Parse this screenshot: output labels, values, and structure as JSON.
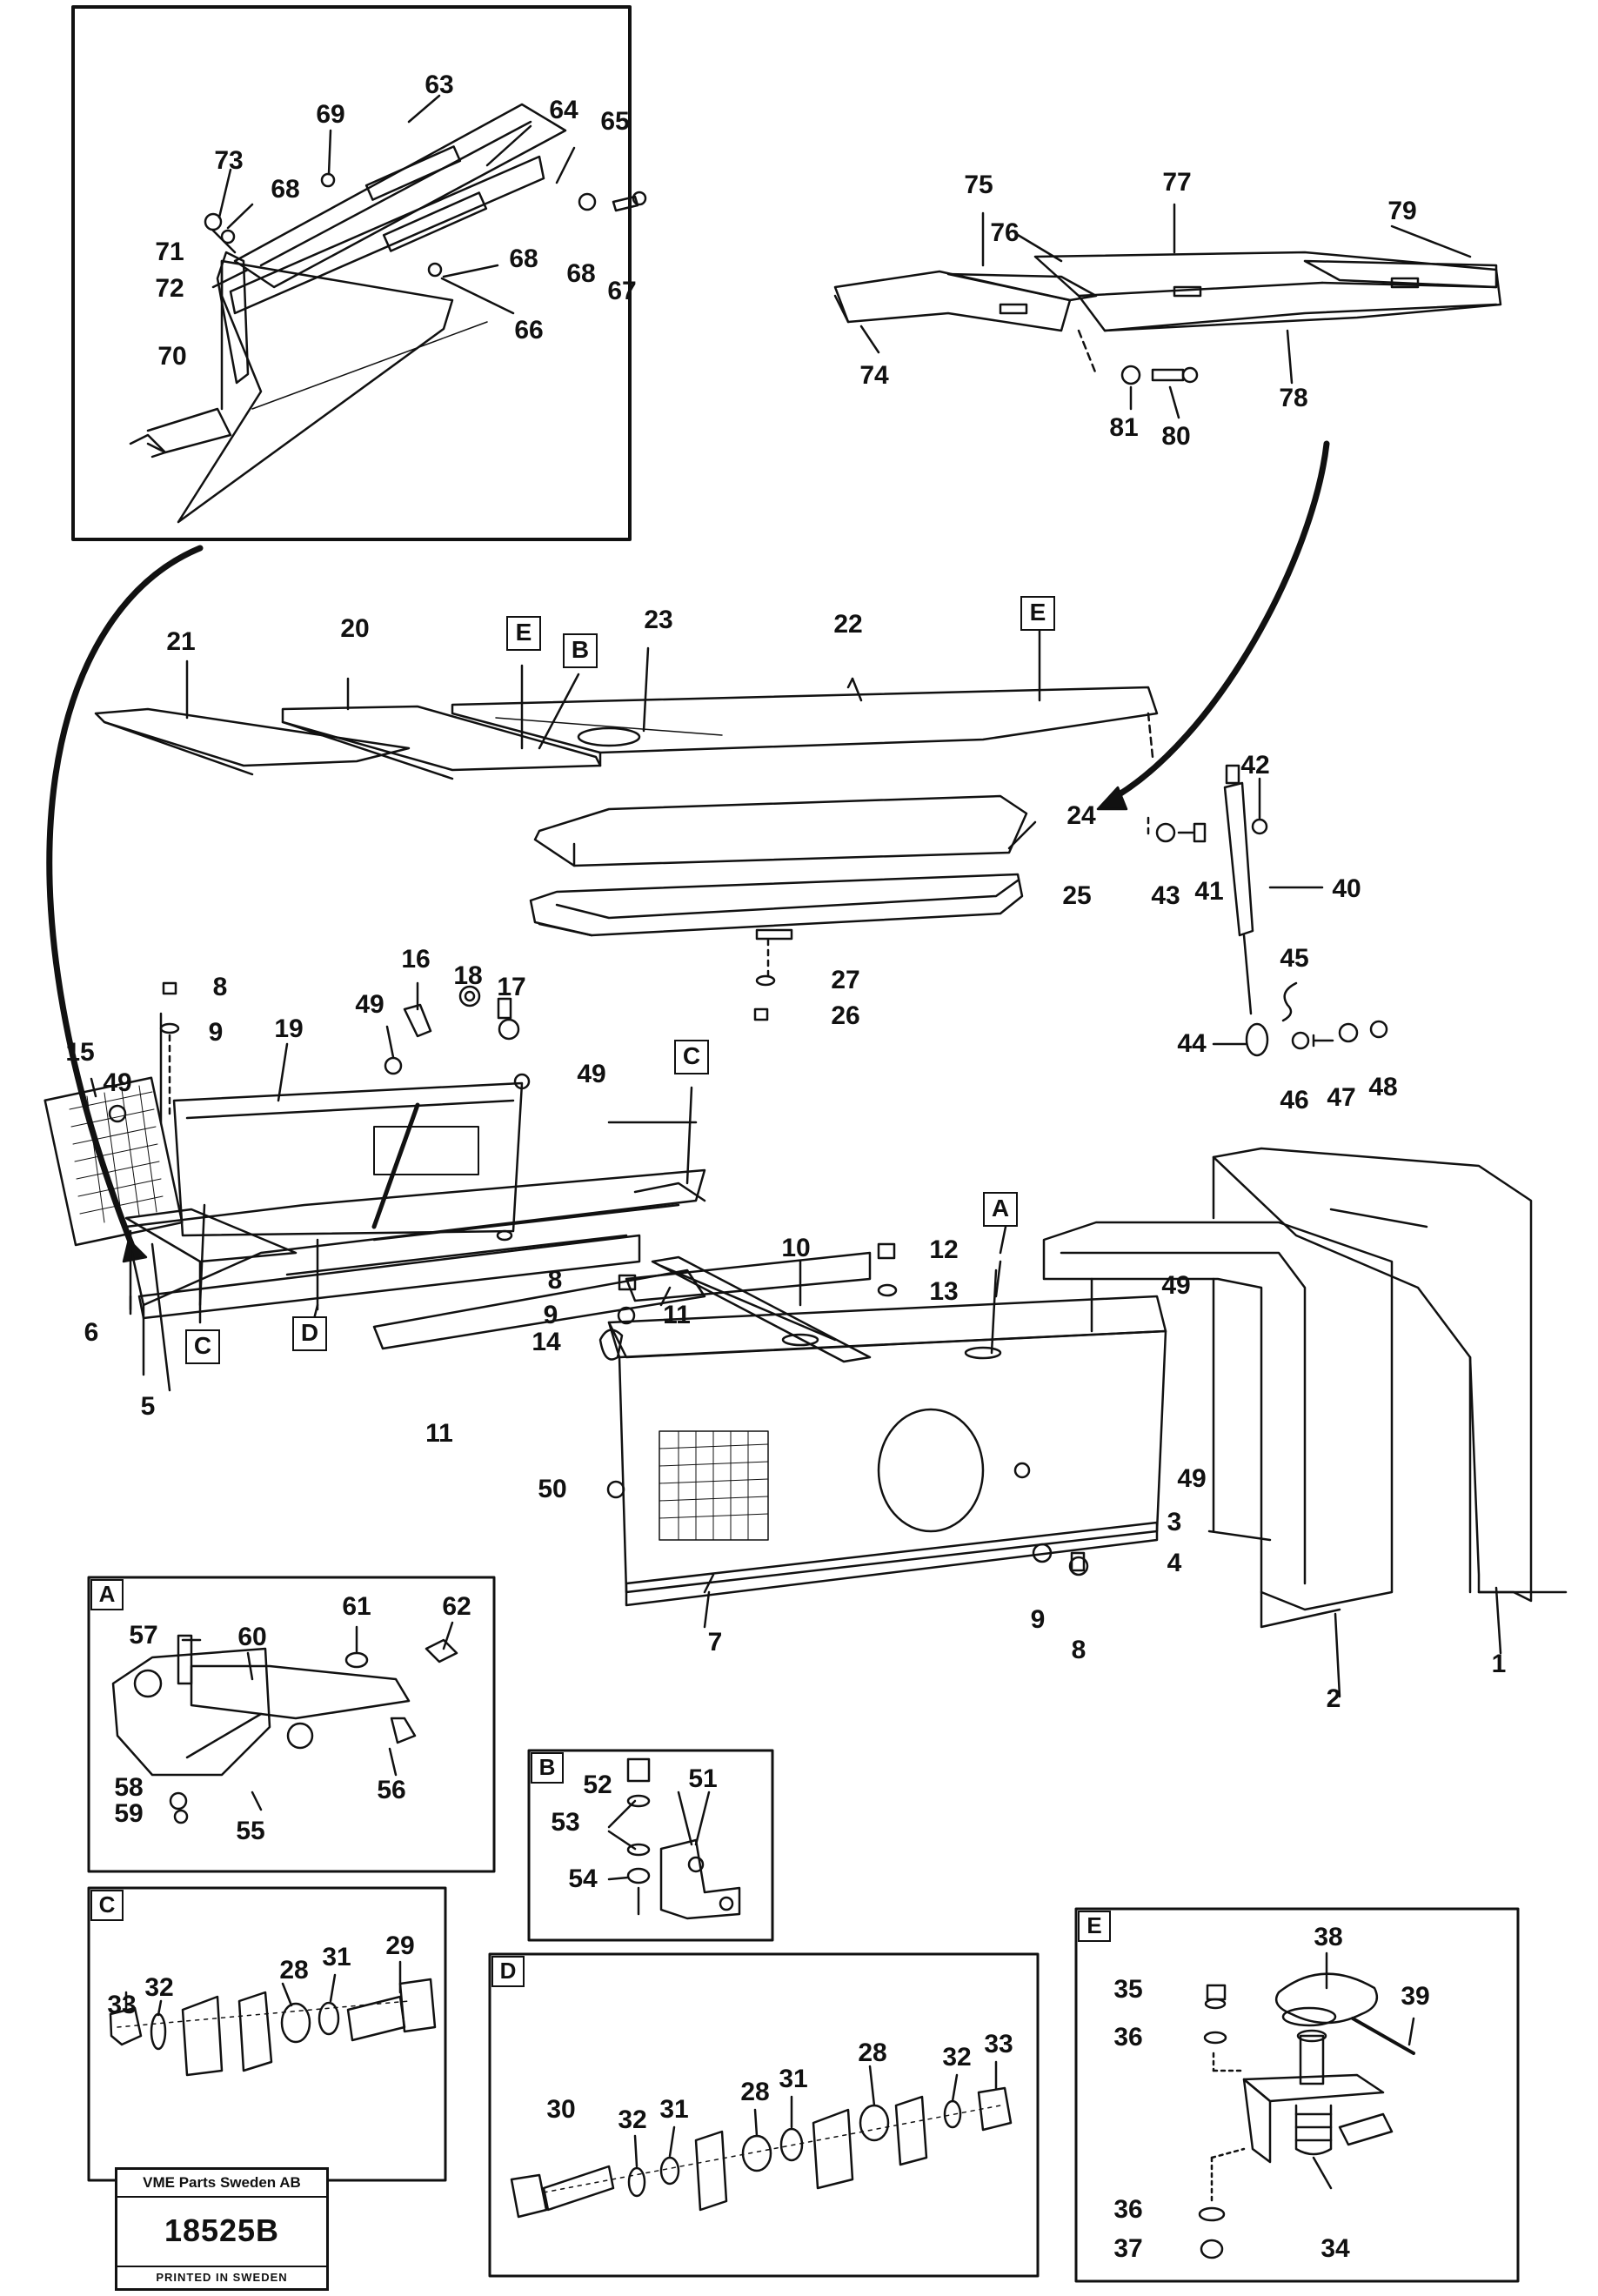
{
  "labels": {
    "l1": "1",
    "l2": "2",
    "l3": "3",
    "l4": "4",
    "l5": "5",
    "l6": "6",
    "l7": "7",
    "l8a": "8",
    "l8b": "8",
    "l8c": "8",
    "l9a": "9",
    "l9b": "9",
    "l9c": "9",
    "l10": "10",
    "l11a": "11",
    "l11b": "11",
    "l12": "12",
    "l13": "13",
    "l14": "14",
    "l15": "15",
    "l16": "16",
    "l17": "17",
    "l18": "18",
    "l19": "19",
    "l20": "20",
    "l21": "21",
    "l22": "22",
    "l23": "23",
    "l24": "24",
    "l25": "25",
    "l26": "26",
    "l27": "27",
    "l28c": "28",
    "l29": "29",
    "l30": "30",
    "l31c": "31",
    "l32c": "32",
    "l33c": "33",
    "l28d1": "28",
    "l28d2": "28",
    "l31d": "31",
    "l32d1": "32",
    "l32d2": "32",
    "l33d": "33",
    "l34": "34",
    "l35": "35",
    "l36a": "36",
    "l36b": "36",
    "l37": "37",
    "l38": "38",
    "l39": "39",
    "l40": "40",
    "l41": "41",
    "l42": "42",
    "l43": "43",
    "l44": "44",
    "l45": "45",
    "l46": "46",
    "l47": "47",
    "l48": "48",
    "l49a": "49",
    "l49b": "49",
    "l49c": "49",
    "l49d": "49",
    "l49e": "49",
    "l50": "50",
    "l51": "51",
    "l52": "52",
    "l53": "53",
    "l54": "54",
    "l55": "55",
    "l56": "56",
    "l57": "57",
    "l58": "58",
    "l59": "59",
    "l60": "60",
    "l61": "61",
    "l62": "62",
    "l63": "63",
    "l64": "64",
    "l65": "65",
    "l66": "66",
    "l67": "67",
    "l68a": "68",
    "l68b": "68",
    "l68c": "68",
    "l69": "69",
    "l70": "70",
    "l71": "71",
    "l72": "72",
    "l73": "73",
    "l74": "74",
    "l75": "75",
    "l76": "76",
    "l77": "77",
    "l78": "78",
    "l79": "79",
    "l80": "80",
    "l81": "81"
  },
  "refs": {
    "A_main": "A",
    "B_main": "B",
    "C_main1": "C",
    "C_main2": "C",
    "D_main": "D",
    "E_main1": "E",
    "E_main2": "E",
    "A_detail": "A",
    "B_detail": "B",
    "C_detail": "C",
    "D_detail": "D",
    "E_detail": "E"
  },
  "stamp": {
    "company": "VME Parts Sweden AB",
    "number": "18525B",
    "printed": "PRINTED IN SWEDEN"
  }
}
